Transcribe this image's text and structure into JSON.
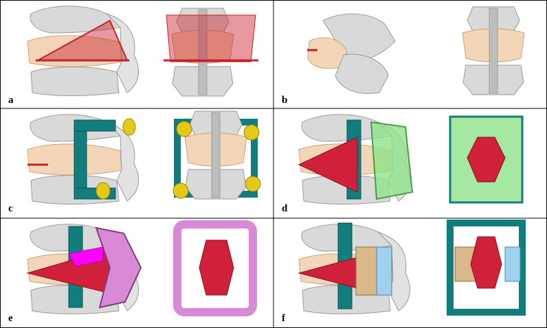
{
  "panels": [
    {
      "id": "a",
      "label": "a"
    },
    {
      "id": "b",
      "label": "b"
    },
    {
      "id": "c",
      "label": "c"
    },
    {
      "id": "d",
      "label": "d"
    },
    {
      "id": "e",
      "label": "e"
    },
    {
      "id": "f",
      "label": "f"
    }
  ],
  "colors": {
    "bone": "#d9d9d9",
    "bone_stroke": "#9a9a9a",
    "vertebra_highlight": "#f3d6b8",
    "cut_plane": "#c8202a",
    "guide_frame": "#127d7d",
    "cap_yellow": "#e6c817",
    "green_guide": "#8fe28a",
    "magenta_guide": "#d98ad6",
    "cross_blade": "#d1213a",
    "tan_block": "#d9b98a",
    "blue_block": "#9fd0ee",
    "border": "#000000"
  }
}
